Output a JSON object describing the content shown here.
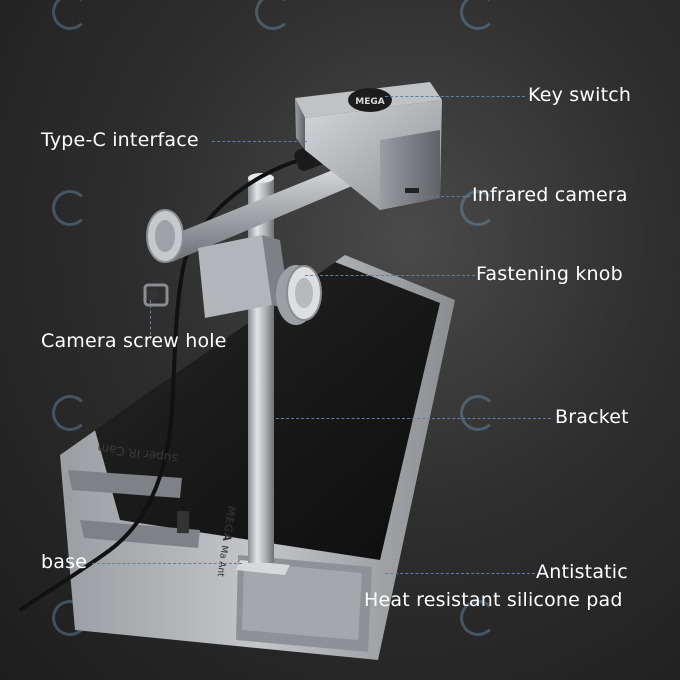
{
  "labels": {
    "key_switch": "Key switch",
    "type_c": "Type-C interface",
    "infrared_camera": "Infrared camera",
    "fastening_knob": "Fastening knob",
    "camera_screw_hole": "Camera screw hole",
    "bracket": "Bracket",
    "base": "base",
    "antistatic": "Antistatic",
    "silicone_pad": "Heat resistant silicone pad"
  },
  "product_text": {
    "logo": "MEGA",
    "brand": "Ma Ant",
    "model": "super IR Cam"
  },
  "colors": {
    "label_text": "#ffffff",
    "leader_line": "#5f7fa6",
    "background_dark": "#1d1d1d",
    "pad": "#1a1a1a",
    "metal": "#b9bcc0"
  }
}
